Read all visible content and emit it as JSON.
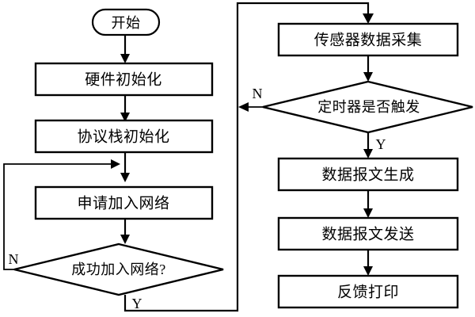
{
  "diagram": {
    "title": "",
    "colors": {
      "background": "#ffffff",
      "stroke": "#000000",
      "fill": "#ffffff",
      "text": "#000000"
    },
    "left_column": {
      "start_node": {
        "label": "开始",
        "shape": "oval"
      },
      "process_1": {
        "label": "硬件初始化",
        "shape": "rect"
      },
      "process_2": {
        "label": "协议栈初始化",
        "shape": "rect"
      },
      "process_3": {
        "label": "申请加入网络",
        "shape": "rect"
      },
      "decision_1": {
        "label": "成功加入网络?",
        "shape": "diamond"
      },
      "decision_1_no_label": "N",
      "decision_1_yes_label": "Y"
    },
    "right_column": {
      "process_4": {
        "label": "传感器数据采集",
        "shape": "rect"
      },
      "decision_2": {
        "label": "定时器是否触发",
        "shape": "diamond"
      },
      "decision_2_no_label": "N",
      "decision_2_yes_label": "Y",
      "process_5": {
        "label": "数据报文生成",
        "shape": "rect"
      },
      "process_6": {
        "label": "数据报文发送",
        "shape": "rect"
      },
      "process_7": {
        "label": "反馈打印",
        "shape": "rect"
      }
    }
  }
}
